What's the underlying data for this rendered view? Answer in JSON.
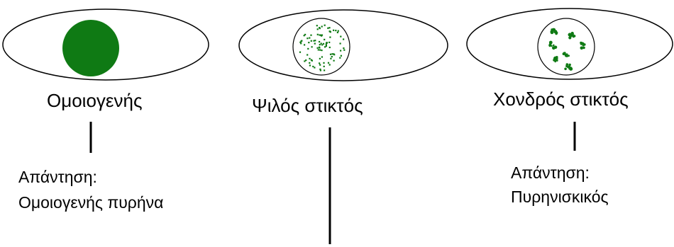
{
  "colors": {
    "nucleus_green": "#0f7a14",
    "outline": "#000000",
    "background": "#ffffff"
  },
  "cells": [
    {
      "pattern": "homogeneous",
      "label": "Ομοιογενής",
      "answer_line1": "Απάντηση:",
      "answer_line2": "Ομοιογενής πυρήνα"
    },
    {
      "pattern": "fine-speckled",
      "label": "Ψιλός στικτός",
      "answer_line1": "",
      "answer_line2": ""
    },
    {
      "pattern": "coarse-speckled",
      "label": "Χονδρός στικτός",
      "answer_line1": "Απάντηση:",
      "answer_line2": "Πυρηνισκικός"
    }
  ]
}
